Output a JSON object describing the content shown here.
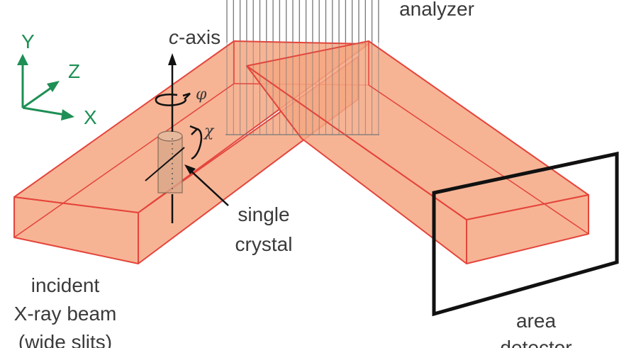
{
  "labels": {
    "analyzer": "analyzer",
    "c_axis_italic": "c",
    "c_axis_rest": "-axis",
    "phi": "φ",
    "chi": "χ",
    "single_crystal": [
      "single",
      "crystal"
    ],
    "incident_beam": [
      "incident",
      "X-ray beam",
      "(wide slits)"
    ],
    "area_detector": [
      "area",
      "detector"
    ],
    "axes": {
      "x": "X",
      "y": "Y",
      "z": "Z"
    }
  },
  "colors": {
    "beam_fill": "#f5a783",
    "beam_edge": "#e5443a",
    "axes": "#1e8f55",
    "detector": "#111111",
    "analyzer_lines": "#777777"
  }
}
